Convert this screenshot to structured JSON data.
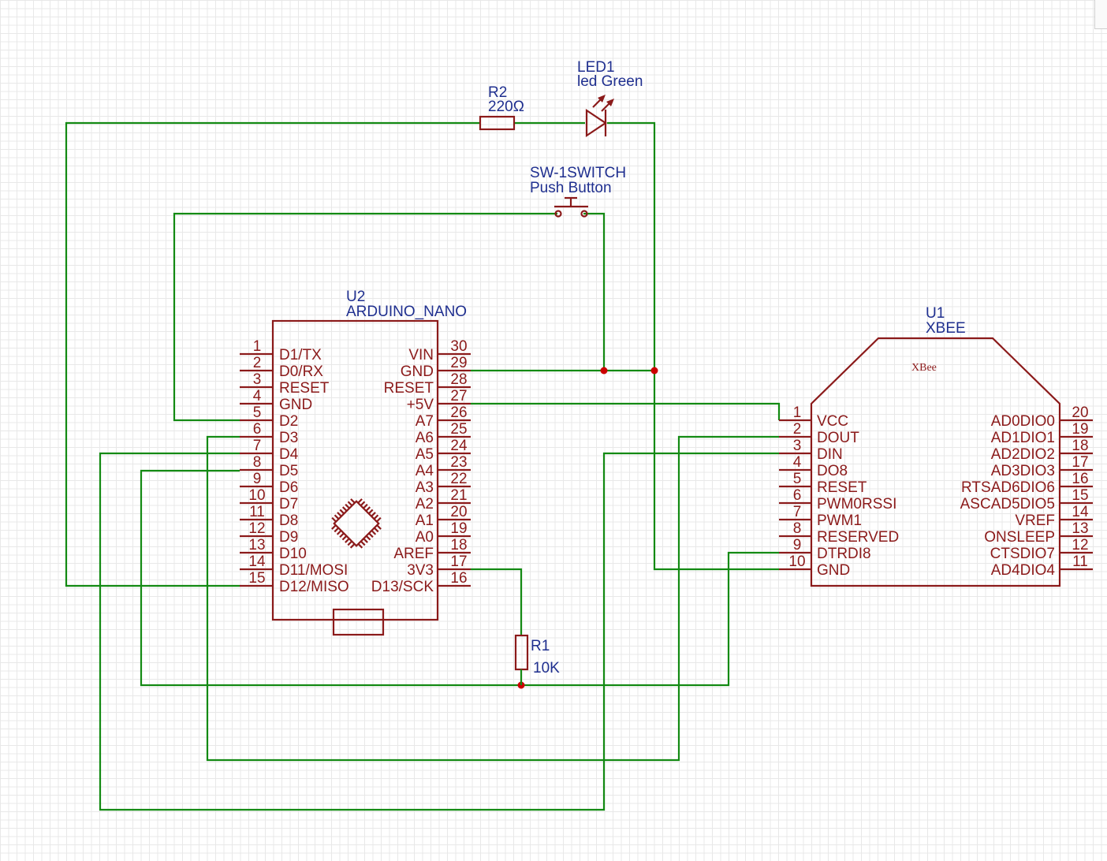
{
  "components": {
    "U2": {
      "ref": "U2",
      "value": "ARDUINO_NANO",
      "pins_left": [
        {
          "num": "1",
          "name": "D1/TX"
        },
        {
          "num": "2",
          "name": "D0/RX"
        },
        {
          "num": "3",
          "name": "RESET"
        },
        {
          "num": "4",
          "name": "GND"
        },
        {
          "num": "5",
          "name": "D2"
        },
        {
          "num": "6",
          "name": "D3"
        },
        {
          "num": "7",
          "name": "D4"
        },
        {
          "num": "8",
          "name": "D5"
        },
        {
          "num": "9",
          "name": "D6"
        },
        {
          "num": "10",
          "name": "D7"
        },
        {
          "num": "11",
          "name": "D8"
        },
        {
          "num": "12",
          "name": "D9"
        },
        {
          "num": "13",
          "name": "D10"
        },
        {
          "num": "14",
          "name": "D11/MOSI"
        },
        {
          "num": "15",
          "name": "D12/MISO"
        }
      ],
      "pins_right": [
        {
          "num": "30",
          "name": "VIN"
        },
        {
          "num": "29",
          "name": "GND"
        },
        {
          "num": "28",
          "name": "RESET"
        },
        {
          "num": "27",
          "name": "+5V"
        },
        {
          "num": "26",
          "name": "A7"
        },
        {
          "num": "25",
          "name": "A6"
        },
        {
          "num": "24",
          "name": "A5"
        },
        {
          "num": "23",
          "name": "A4"
        },
        {
          "num": "22",
          "name": "A3"
        },
        {
          "num": "21",
          "name": "A2"
        },
        {
          "num": "20",
          "name": "A1"
        },
        {
          "num": "19",
          "name": "A0"
        },
        {
          "num": "18",
          "name": "AREF"
        },
        {
          "num": "17",
          "name": "3V3"
        },
        {
          "num": "16",
          "name": "D13/SCK"
        }
      ]
    },
    "U1": {
      "ref": "U1",
      "value": "XBEE",
      "logo": "XBee",
      "pins_left": [
        {
          "num": "1",
          "name": "VCC"
        },
        {
          "num": "2",
          "name": "DOUT"
        },
        {
          "num": "3",
          "name": "DIN"
        },
        {
          "num": "4",
          "name": "DO8"
        },
        {
          "num": "5",
          "name": "RESET"
        },
        {
          "num": "6",
          "name": "PWM0RSSI"
        },
        {
          "num": "7",
          "name": "PWM1"
        },
        {
          "num": "8",
          "name": "RESERVED"
        },
        {
          "num": "9",
          "name": "DTRDI8"
        },
        {
          "num": "10",
          "name": "GND"
        }
      ],
      "pins_right": [
        {
          "num": "20",
          "name": "AD0DIO0"
        },
        {
          "num": "19",
          "name": "AD1DIO1"
        },
        {
          "num": "18",
          "name": "AD2DIO2"
        },
        {
          "num": "17",
          "name": "AD3DIO3"
        },
        {
          "num": "16",
          "name": "RTSAD6DIO6"
        },
        {
          "num": "15",
          "name": "ASCAD5DIO5"
        },
        {
          "num": "14",
          "name": "VREF"
        },
        {
          "num": "13",
          "name": "ONSLEEP"
        },
        {
          "num": "12",
          "name": "CTSDIO7"
        },
        {
          "num": "11",
          "name": "AD4DIO4"
        }
      ]
    },
    "R2": {
      "ref": "R2",
      "value": "220Ω"
    },
    "LED1": {
      "ref": "LED1",
      "value": "led Green"
    },
    "SW": {
      "ref": "SW-1SWITCH",
      "value": "Push Button"
    },
    "R1": {
      "ref": "R1",
      "value": "10K"
    }
  },
  "colors": {
    "wire": "#138a13",
    "part": "#8b1a1a",
    "label": "#1f2f8f",
    "junction": "#cc0000",
    "grid": "#e8e8e8"
  }
}
